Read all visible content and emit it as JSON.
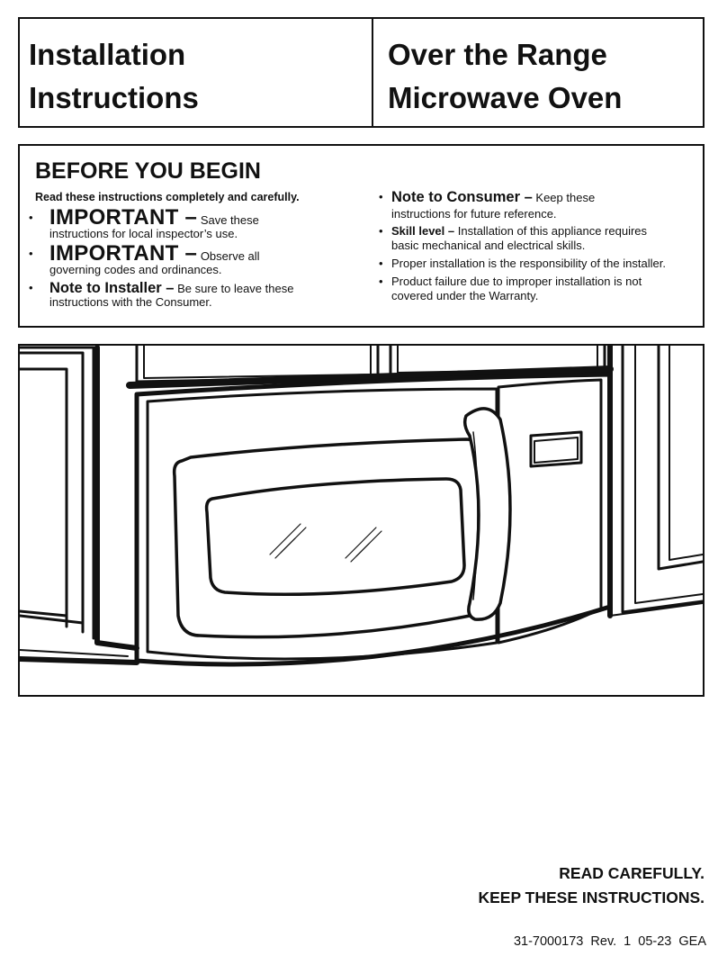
{
  "header": {
    "left": [
      "Installation",
      "Instructions"
    ],
    "right": [
      "Over the Range",
      "Microwave Oven"
    ]
  },
  "before": {
    "heading": "BEFORE YOU BEGIN",
    "subheading": "Read these instructions completely and carefully.",
    "left_items": [
      {
        "bullet": "•",
        "title": "IMPORTANT –",
        "text1": "Save these",
        "text2": "instructions for local inspector’s use."
      },
      {
        "bullet": "•",
        "title": "IMPORTANT –",
        "text1": "Observe all",
        "text2": "governing codes and ordinances."
      },
      {
        "bullet": "•",
        "title": "Note to Installer –",
        "text1": "Be sure to leave these",
        "text2": "instructions with the Consumer."
      }
    ],
    "right_items": [
      {
        "bullet": "•",
        "title": "Note to Consumer –",
        "text1": "Keep these",
        "text2": "instructions for future reference."
      },
      {
        "bullet": "•",
        "title": "Skill level –",
        "text1": "Installation of this appliance requires",
        "text2": "basic mechanical and electrical skills."
      },
      {
        "bullet": "•",
        "text": "Proper installation is the responsibility of the installer."
      },
      {
        "bullet": "•",
        "text1": "Product failure due to improper installation is not",
        "text2": "covered under the Warranty."
      }
    ]
  },
  "notice": [
    "READ CAREFULLY.",
    "KEEP THESE INSTRUCTIONS."
  ],
  "footer": "31-7000173 Rev. 1 05-23 GEA"
}
